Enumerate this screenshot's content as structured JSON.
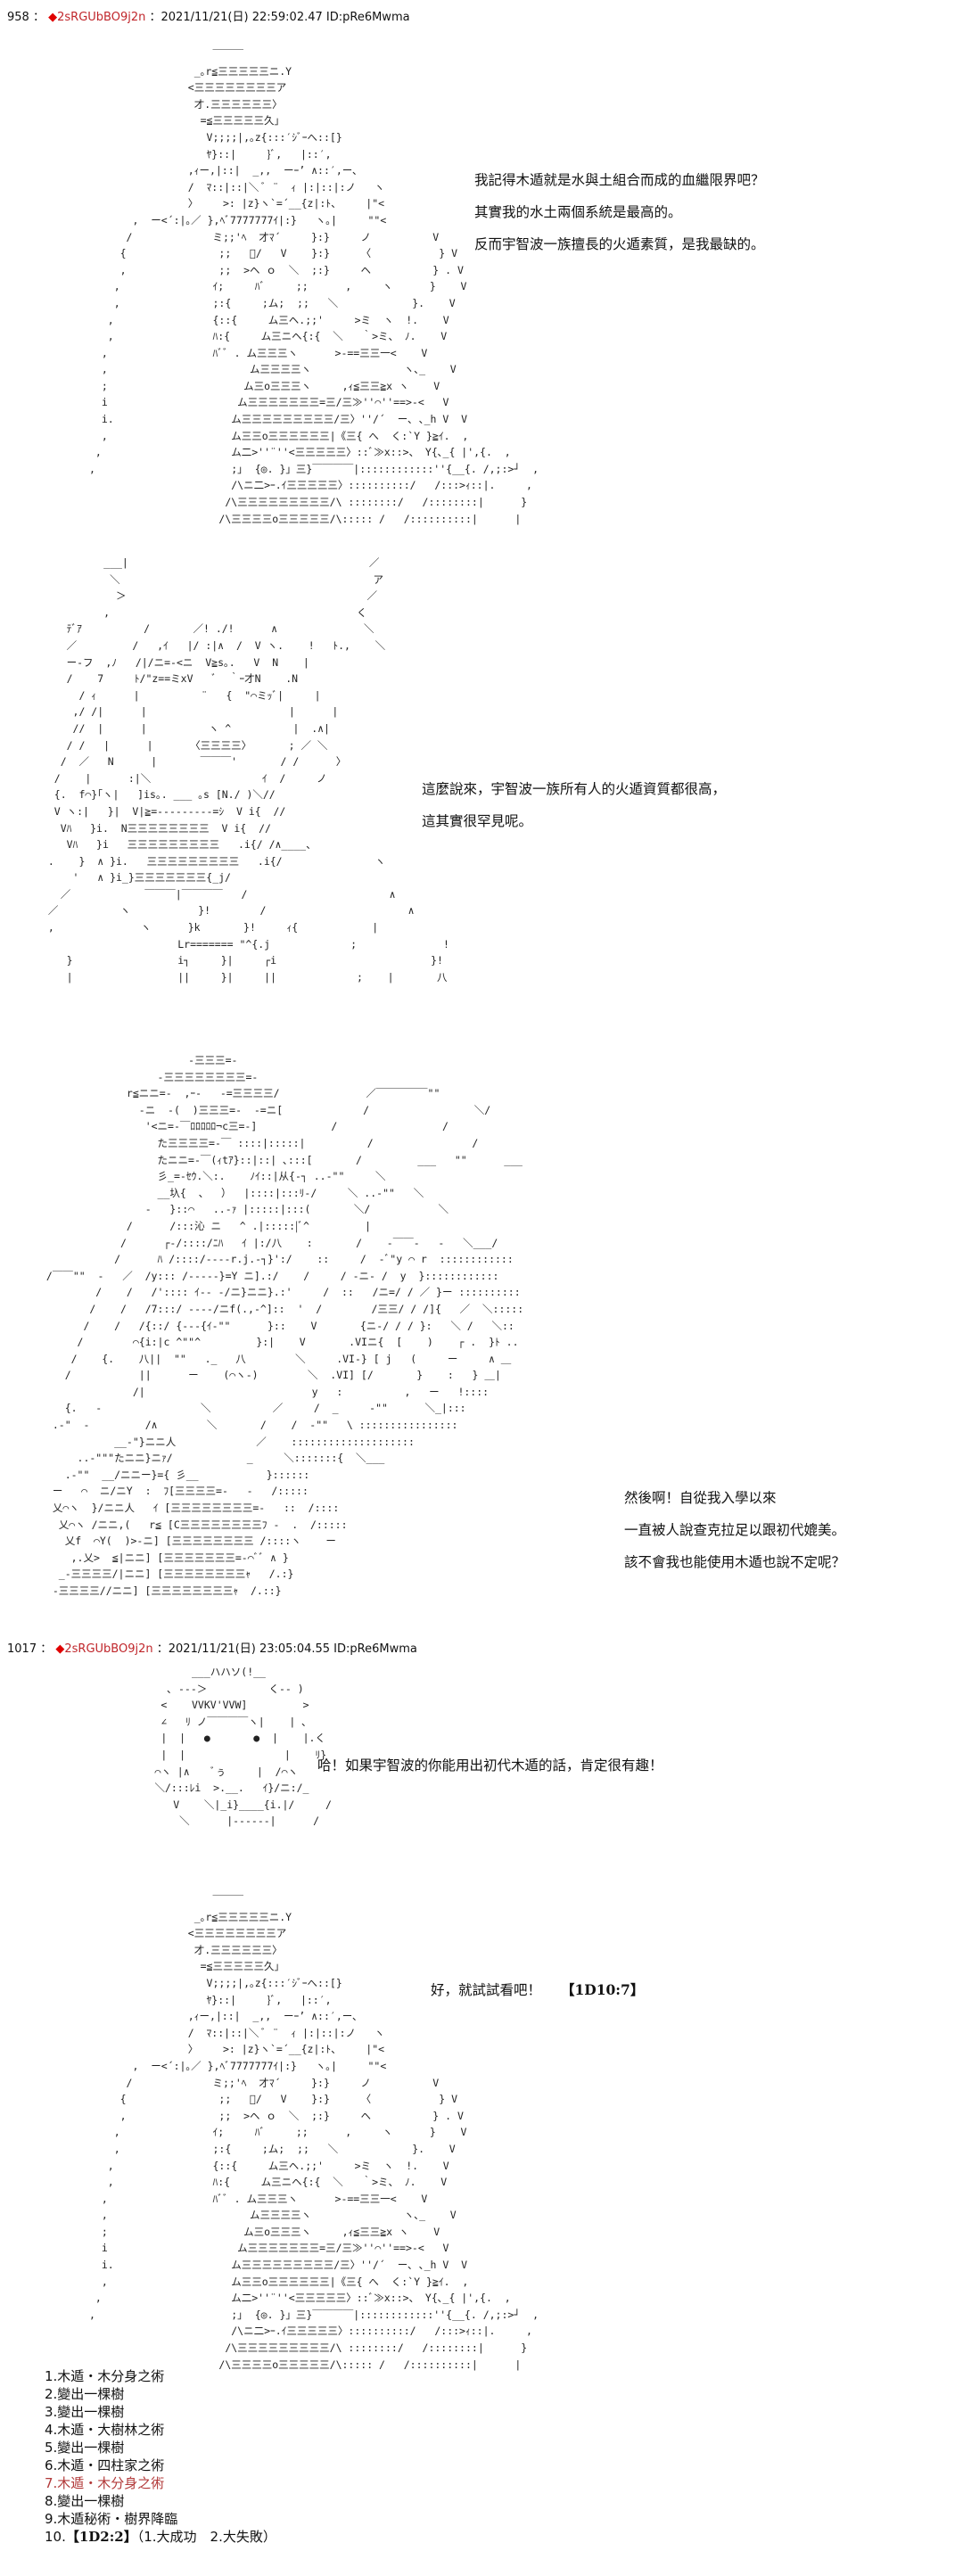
{
  "posts": [
    {
      "number": "958",
      "sep": "：",
      "diamond": "◆",
      "trip": "2sRGUbBO9j2n",
      "datetime": "：2021/11/21(日) 22:59:02.47 ID:pRe6Mwma"
    },
    {
      "number": "1017",
      "sep": "：",
      "diamond": "◆",
      "trip": "2sRGUbBO9j2n",
      "datetime": "：2021/11/21(日) 23:05:04.55 ID:pRe6Mwma"
    }
  ],
  "dialog": {
    "scene1": [
      "我記得木遁就是水與土組合而成的血繼限界吧？",
      "其實我的水土兩個系統是最高的。",
      "反而宇智波一族擅長的火遁素質，是我最缺的。"
    ],
    "scene2": [
      "這麼說來，宇智波一族所有人的火遁資質都很高，",
      "這其實很罕見呢。"
    ],
    "scene3": [
      "然後啊！自從我入學以來",
      "一直被人說查克拉足以跟初代媲美。",
      "該不會我也能使用木遁也說不定呢？"
    ],
    "scene4": [
      "哈！如果宇智波的你能用出初代木遁的話，肯定很有趣！"
    ],
    "scene5": "好，就試試看吧！",
    "scene5_dice": "【1D10:7】"
  },
  "roll_list": {
    "items": [
      "1.木遁・木分身之術",
      "2.變出一棵樹",
      "3.變出一棵樹",
      "4.木遁・大樹林之術",
      "5.變出一棵樹",
      "6.木遁・四柱家之術",
      "7.木遁・木分身之術",
      "8.變出一棵樹",
      "9.木遁秘術・樹界降臨"
    ],
    "highlight_color": "#b23a3a",
    "last_prefix": "10.",
    "last_dice": "【1D2:2】",
    "last_suffix": "（1.大成功　2.大失敗）"
  },
  "art": {
    "tobirama": [
      "                    ￣￣￣",
      "                 _｡r≦三三三三三ニ.Y",
      "                <三三三三三三三三ア",
      "                 才.三三三三三三〉",
      "                  =≦三三三三三久」",
      "                   V;;;;|,｡z{:::′ｼﾞｰへ::[}",
      "                   ﾔ}::|     }ﾞ,   |::′,",
      "                ,ｨー,|::|  _,,  ーｰ’ ∧::′,ー､",
      "                /  ﾏ::|::|＼ ﾞ ¨  ｨ |:|::|:ノ   ヽ",
      "                〉    >: |z}ヽ`=´__{z|:ﾄ、    |\"<",
      "       ,  ー<´:|｡／ },ﾍﾞ7777777ｲ|:}   ヽ｡|     \"\"<",
      "      /             ミ;;'ﾍ  才ﾏ´     }:}     ノ          V",
      "     {               ;;   ﾞ/   V    }:}     〈           } V",
      "     ,               ;;  >ヘ ｏ  ＼  ;:}     ヘ          } . V",
      "    ,               ｲ;     ﾊﾞ     ;;      ,     ヽ      }    V",
      "    ,               ;:{     ;ム;  ;;   ＼            }.    V",
      "   ,                {::{     ム三ヘ.;;'     >ミ  ヽ  !.    V",
      "   ,                ﾊ:{     ム三ニヘ{:{  ＼   ｀>ミ、 ﾉ.    V",
      "  ,                 ﾊﾞﾞ . ム三三三ヽ      >-==三三一<    V",
      "  ,                       ム三三三三ヽ               ヽ､_    V",
      "  ;                      ム三o三三三ヽ     ,ｨ≦三三≧x ヽ    V",
      "  i                     ム三三三三三三三=三/三≫''⌒''==>-<   V",
      "  i.                   ム三三三三三三三三三/三〉''/´  ー､ ､_h V  V",
      "  ,                    ム三三o三三三三三三|《三{ へ  く:`Y }≧ｲ.  ,",
      " ,                     ム二>''¨''<三三三三三〉::ﾞ≫x::>、 Y{､_{ |',{.  ,",
      ",                      ;｣  {◎. }」三}￣￣￣￣|::::::::::::''{__{. /,;:>┘  ,",
      "                       /\\ニ二>ｰ.ｲ三三三三三〉::::::::::/   /:::>ｨ::|.     ,",
      "                      /\\三三三三三三三三三/\\ ::::::::/   /::::::::|      }",
      "                     /\\三三三三o三三三三三/\\::::: /   /::::::::::|      |"
    ],
    "naruto": [
      "           ___|                                       ／",
      "            ＼                                         ア",
      "             ＞                                       ／",
      "           ,                                        く",
      "     ﾃﾞｱ          /       ／! ./!      ∧              ＼",
      "     ／         /   ,ｲ   |/ :|∧  /  V ヽ.    !   ﾄ.,    ＼",
      "     ー-フ  ,ﾉ   /|/ニ=-<ニ  V≧s｡.   V  N    |",
      "     /    7     ﾄ/\"z==ミxV   ﾞ  ｀ｰ才N    .N",
      "       / ｨ      |          ¨   {  \"⌒ミｯﾞ|     |",
      "      ,/ /|      |                       |      |",
      "      //  |      |          ヽ ^          |  .∧|",
      "     / /   |      |      〈三三三三〉      ; ／ ＼",
      "    /  ／   N      |       ￣￣￣'       / /      〉",
      "   /    |      :|＼                  ｲ  /     ノ",
      "   {.  f⌒}｢ヽ|   ]is｡. ___ ｡s [N./ )＼//",
      "   V ヽ:|   }|  V|≧=---------=ｼ  V i{  //",
      "    Vﾊ   }i.  N三三三三三三三三  V i{  //",
      "     Vﾊ   }i   三三三三三三三三三   .i{/ /∧____、",
      "  .    }  ∧ }i.   三三三三三三三三三   .i{/               ヽ",
      "      '   ∧ }i_}三三三三三三三{_j/",
      "    ／            ￣￣￣|￣￣￣￣   /                       ∧",
      "  ／          ヽ           }!        /                       ∧",
      "  ,              ヽ      }k       }!     ｨ{            |",
      "                       Lr======= \"^{.j             ;              !",
      "     }                 i┐     }|     ┌i                         }!",
      "     |                 ||     }|     ||             ;    |       八"
    ],
    "scene3": [
      "                        -三三三=-",
      "                   -三三三三三三三三=-",
      "              r≦ニニ=-  ,ｰ-   -=三三三三/              ／￣￣￣￣￣\"\"",
      "                -ニ  -(  )三三三=-  -=ニ[             /                 ＼/",
      "                 '<ニ=-￣ﾛﾛﾛﾛﾛ¬c三=-]            /                 /",
      "                   た三三三三=-￣ ::::|:::::|          /                /",
      "                   たニニ=-￣(ｨtｱ}::|::| ､:::[       /         ___   \"\"      ___",
      "                   彡_=-ｾｳ.＼:.    ﾉｲ::|从{-┐ ..-\"\"     ＼",
      "                   __圦{  、  ）  |::::|:::ﾘ-/     ＼ ..-\"\"   ＼",
      "                 -   }::⌒   ..-ｧ |:::::|:::(       ＼/           ＼",
      "              /      /:::沁 ニ   ^ .|:::::|ﾞ^         |",
      "             /      ┌-/::::/ﾆﾊ   ｲ |:/八    :       /    -￣￣-   -   ＼___/",
      "            /      ﾊ /::::/----r.j.-┐}':/    ::     /  -ﾞ\"y ⌒ r  ::::::::::::",
      " /￣￣\"\"  -   ／  /y::: /-----}=Y ニ].:/    /     / -ニ- /  y  }::::::::::::",
      "         /    /   /':::: ｲ-- -/ニ}ニニ}.:'     /  ::   /ニ=/ / ／ }ー ::::::::::",
      "        /    /   /7:::/ ----/ニf(.,-^]::  '  /        /三三/ / /]{   ／  ＼:::::",
      "       /    /   /{::/ {---{ｲ-\"\"      }::    V       {ニ-/ / / }:   ＼ /   ＼::",
      "      /        ⌒{i:|c ^\"\"^         }:|    V       .VIニ{  [    )    ┌ .  }ﾄ ..",
      "     /    {.    八||  \"\"   ._   八        ＼     .VI-} [ j   (     ー     ∧ ＿",
      "    /           ||      ー    (⌒ヽ-)        ＼  .VI] [/       }    :   } ＿|",
      "               /|                           y   :          ,   ー   !::::",
      "    {.   -                ＼          ／     /  _     -\"\"      ＼_|:::",
      "  .-\"  -         /∧        ＼       /    /  -\"\"   \\ ::::::::::::::::",
      "            __-\"}ニニ人             ／    ::::::::::::::::::::",
      "      ..-\"\"\"たニニ}ニｧ/            _     ＼:::::::{  ＼___",
      "    .-\"\"  __/ニニー}={ 彡__           }::::::",
      "  ー   ⌒  ニ/ニY  :  ﾌ[三三三三=-   -   /:::::",
      "  乂⌒ヽ  }/ニニ人   ｲ [三三三三三三三三=-   ::  /::::",
      "   乂⌒ヽ /ニニ,(   r≦ [C三三三三三三三三ﾌ -  .  /:::::",
      "    乂f  ⌒Y(  )>-ニ] [三三三三三三三三 /::::ヽ    ー",
      "     ,.乂>  ≦|ニニ] [三三三三三三三=-⌒ﾞﾞ ∧ }",
      "   _-三三三三/|ニニ] [三三三三三三三三ｬ   /.:}",
      "  -三三三三//ニニ] [三三三三三三三三ｬ  /.::}"
    ],
    "face": [
      "             ___ハハソ(!__",
      "         ､ ---＞          く-- )",
      "        <    VVKV'VVW]         >",
      "        ∠   ﾘ ノ￣￣￣￣ヽ|    | ､",
      "        |  |   ●       ●  |    |.く",
      "        |  |                |    ﾘ}",
      "       ⌒ヽ |∧    ﾞぅ     |  /⌒ヽ",
      "       ＼/:::ﾚi  >.__.   ｲ}/ニ:/_",
      "          V    ＼|_i}____{i.|/     /",
      "           ＼      |------|      /"
    ]
  }
}
